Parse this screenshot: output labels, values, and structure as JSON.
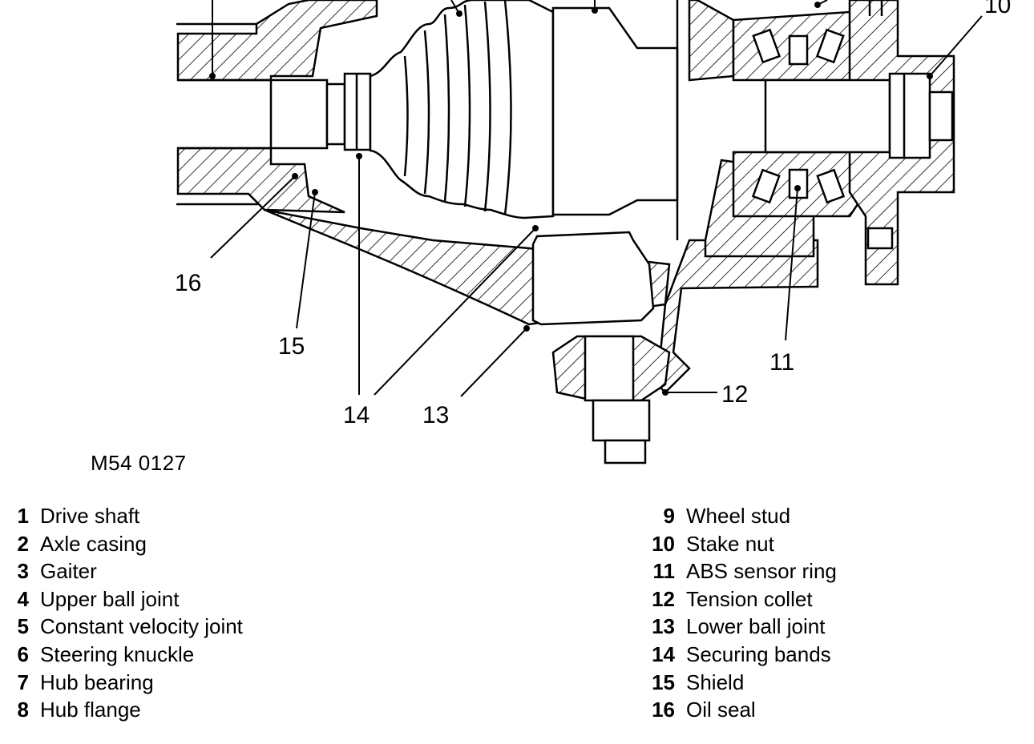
{
  "figure": {
    "code": "M54 0127",
    "callouts": [
      "16",
      "15",
      "14",
      "13",
      "12",
      "11",
      "10"
    ]
  },
  "legend": {
    "left": [
      {
        "num": "1",
        "label": "Drive shaft"
      },
      {
        "num": "2",
        "label": "Axle casing"
      },
      {
        "num": "3",
        "label": "Gaiter"
      },
      {
        "num": "4",
        "label": "Upper ball joint"
      },
      {
        "num": "5",
        "label": "Constant velocity joint"
      },
      {
        "num": "6",
        "label": "Steering knuckle"
      },
      {
        "num": "7",
        "label": "Hub bearing"
      },
      {
        "num": "8",
        "label": "Hub flange"
      }
    ],
    "right": [
      {
        "num": "9",
        "label": "Wheel stud"
      },
      {
        "num": "10",
        "label": "Stake nut"
      },
      {
        "num": "11",
        "label": "ABS sensor ring"
      },
      {
        "num": "12",
        "label": "Tension collet"
      },
      {
        "num": "13",
        "label": "Lower ball joint"
      },
      {
        "num": "14",
        "label": "Securing bands"
      },
      {
        "num": "15",
        "label": "Shield"
      },
      {
        "num": "16",
        "label": "Oil seal"
      }
    ]
  }
}
